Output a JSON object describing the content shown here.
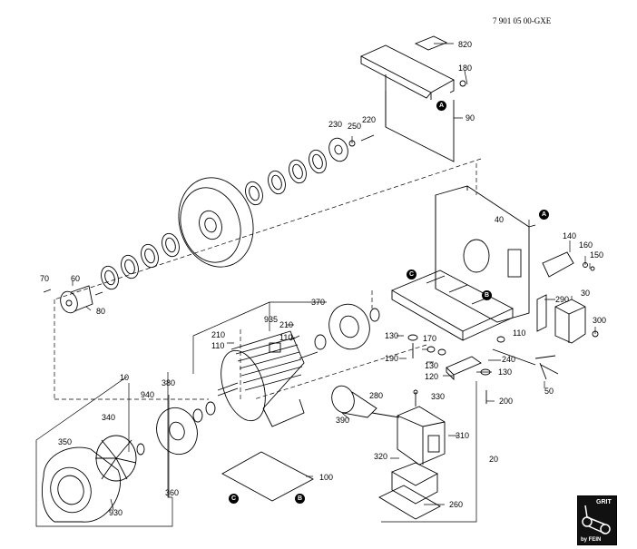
{
  "document_number": "7 901 05 00-GXE",
  "logo": {
    "brand": "GRIT",
    "subtitle": "by FEIN"
  },
  "markers": {
    "a": "A",
    "b": "B",
    "c": "C"
  },
  "part_labels": {
    "p820": "820",
    "p180": "180",
    "p90": "90",
    "p230": "230",
    "p250": "250",
    "p220": "220",
    "p40": "40",
    "p140": "140",
    "p160": "160",
    "p150": "150",
    "p290": "290",
    "p30": "30",
    "p300": "300",
    "p70": "70",
    "p60": "60",
    "p80": "80",
    "p370": "370",
    "p935": "935",
    "p210a": "210",
    "p110a": "110",
    "p210b": "210",
    "p110b": "110",
    "p130a": "130",
    "p170": "170",
    "p110c": "110",
    "p190": "190",
    "p130b": "130",
    "p240": "240",
    "p130c": "130",
    "p120": "120",
    "p50": "50",
    "p200": "200",
    "p10": "10",
    "p940": "940",
    "p380": "380",
    "p340": "340",
    "p350": "350",
    "p280": "280",
    "p330": "330",
    "p390": "390",
    "p310": "310",
    "p20": "20",
    "p320": "320",
    "p100": "100",
    "p360": "360",
    "p930": "930",
    "p260": "260"
  }
}
